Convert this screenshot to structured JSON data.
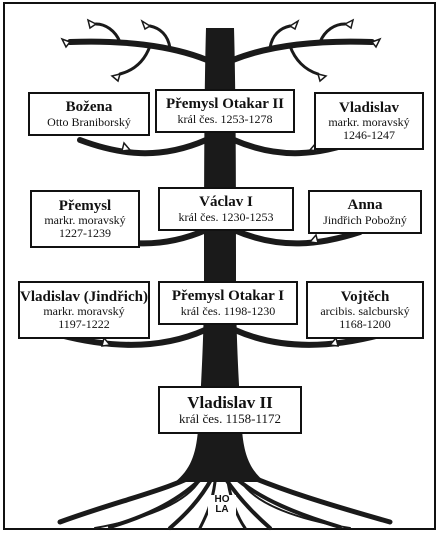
{
  "tree": {
    "rows": [
      [
        {
          "name": "Božena",
          "lines": [
            "Otto Braniborský"
          ]
        },
        {
          "name": "Přemysl Otakar II",
          "lines": [
            "král čes. 1253-1278"
          ]
        },
        {
          "name": "Vladislav",
          "lines": [
            "markr. moravský",
            "1246-1247"
          ]
        }
      ],
      [
        {
          "name": "Přemysl",
          "lines": [
            "markr. moravský",
            "1227-1239"
          ]
        },
        {
          "name": "Václav I",
          "lines": [
            "král čes. 1230-1253"
          ]
        },
        {
          "name": "Anna",
          "lines": [
            "Jindřich Pobožný"
          ]
        }
      ],
      [
        {
          "name": "Vladislav (Jindřich)",
          "lines": [
            "markr. moravský",
            "1197-1222"
          ]
        },
        {
          "name": "Přemysl Otakar I",
          "lines": [
            "král čes. 1198-1230"
          ]
        },
        {
          "name": "Vojtěch",
          "lines": [
            "arcibis. salcburský",
            "1168-1200"
          ]
        }
      ]
    ],
    "root": {
      "name": "Vladislav II",
      "lines": [
        "král čes. 1158-1172"
      ]
    }
  },
  "signature": {
    "line1": "HO",
    "line2": "LA"
  },
  "colors": {
    "ink": "#111111",
    "paper": "#ffffff"
  }
}
